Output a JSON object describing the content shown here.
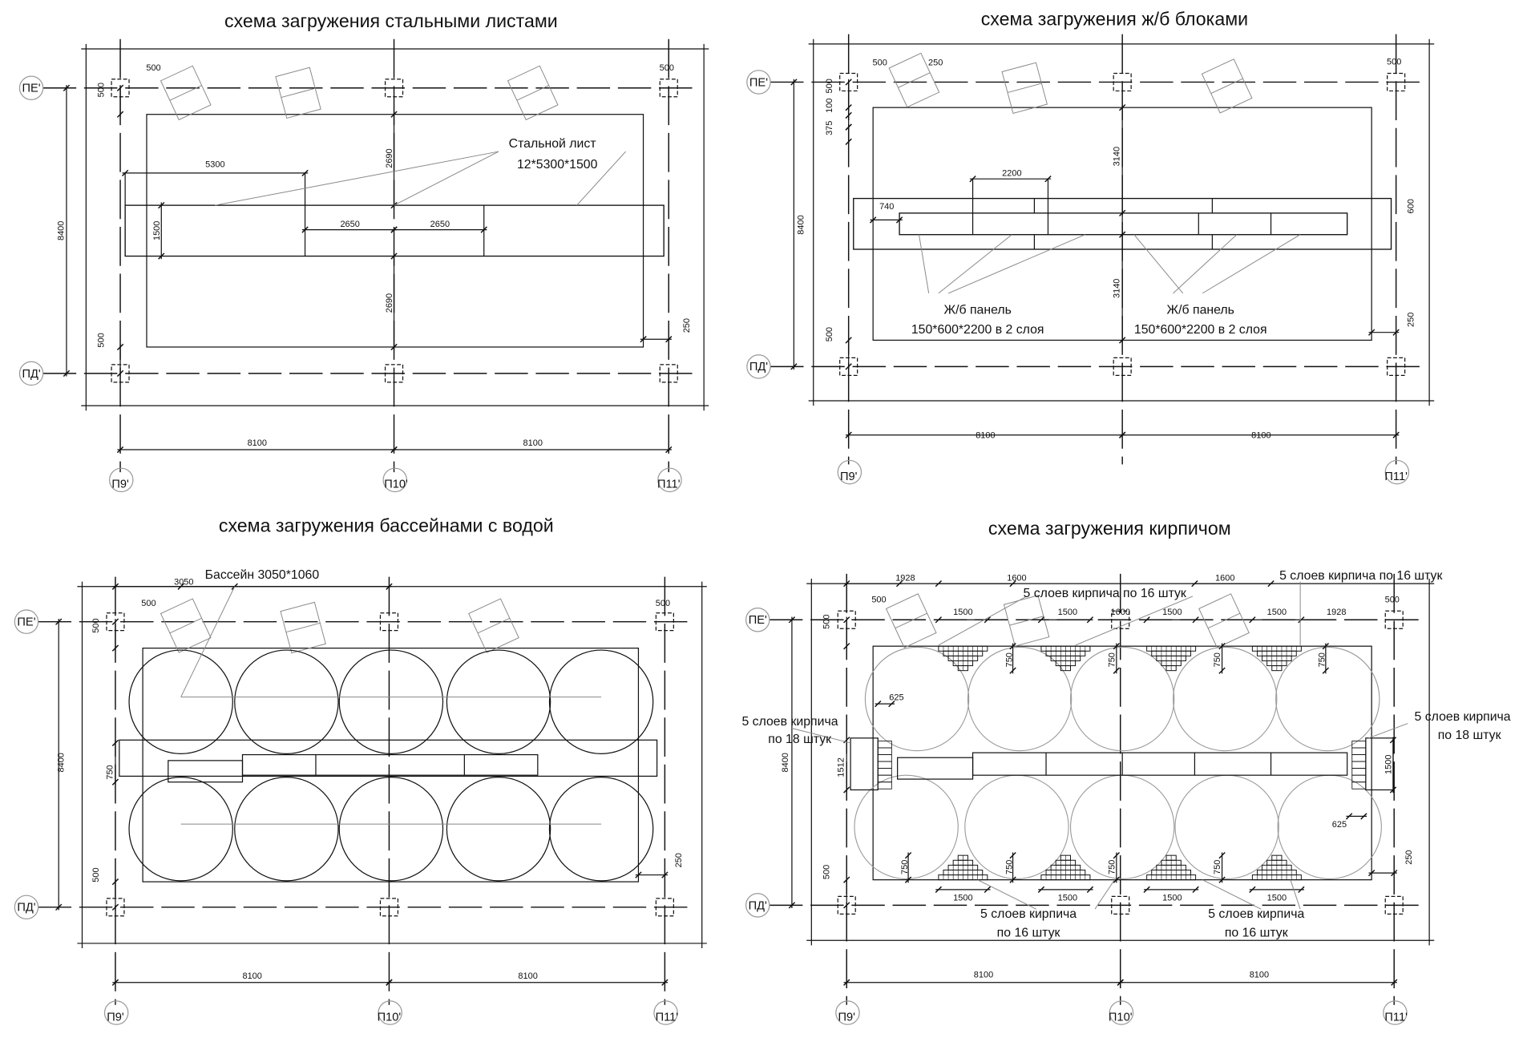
{
  "panels": [
    {
      "title": "схема загружения стальными листами",
      "axes": {
        "row_top": "ПЕ'",
        "row_bottom": "ПД'",
        "cols": [
          "П9'",
          "П10'",
          "П11'"
        ]
      },
      "dims": [
        "500",
        "500",
        "500",
        "5300",
        "2690",
        "1500",
        "2650",
        "2650",
        "2690",
        "500",
        "250",
        "8400",
        "8100",
        "8100"
      ],
      "notes": [
        "Стальной лист",
        "12*5300*1500"
      ]
    },
    {
      "title": "схема загружения ж/б блоками",
      "axes": {
        "row_top": "ПЕ'",
        "row_bottom": "ПД'",
        "cols": [
          "П9'",
          "П11'"
        ]
      },
      "dims": [
        "500",
        "250",
        "500",
        "100",
        "375",
        "2200",
        "3140",
        "740",
        "600",
        "3140",
        "500",
        "250",
        "8400",
        "500",
        "8100",
        "8100"
      ],
      "notes": [
        "Ж/б панель",
        "150*600*2200 в 2 слоя",
        "Ж/б панель",
        "150*600*2200 в 2 слоя"
      ]
    },
    {
      "title": "схема загружения бассейнами с водой",
      "axes": {
        "row_top": "ПЕ'",
        "row_bottom": "ПД'",
        "cols": [
          "П9'",
          "П10'",
          "П11'"
        ]
      },
      "dims": [
        "3050",
        "500",
        "500",
        "500",
        "750",
        "8400",
        "500",
        "250",
        "8100",
        "8100"
      ],
      "notes": [
        "Бассейн 3050*1060"
      ]
    },
    {
      "title": "схема загружения кирпичом",
      "axes": {
        "row_top": "ПЕ'",
        "row_bottom": "ПД'",
        "cols": [
          "П9'",
          "П10'",
          "П11'"
        ]
      },
      "dims": [
        "1928",
        "1600",
        "1600",
        "500",
        "500",
        "1500",
        "1500",
        "1600",
        "1500",
        "1500",
        "1928",
        "500",
        "750",
        "750",
        "750",
        "750",
        "625",
        "1512",
        "1500",
        "625",
        "8400",
        "750",
        "750",
        "750",
        "750",
        "500",
        "250",
        "1500",
        "1500",
        "1500",
        "1500",
        "8100",
        "8100"
      ],
      "notes": [
        "5 слоев кирпича по 16 штук",
        "5 слоев кирпича по 16 штук",
        "5 слоев кирпича",
        "по 18 штук",
        "5 слоев кирпича",
        "по 18 штук",
        "5 слоев кирпича",
        "по 16 штук",
        "5 слоев кирпича",
        "по 16 штук"
      ]
    }
  ]
}
